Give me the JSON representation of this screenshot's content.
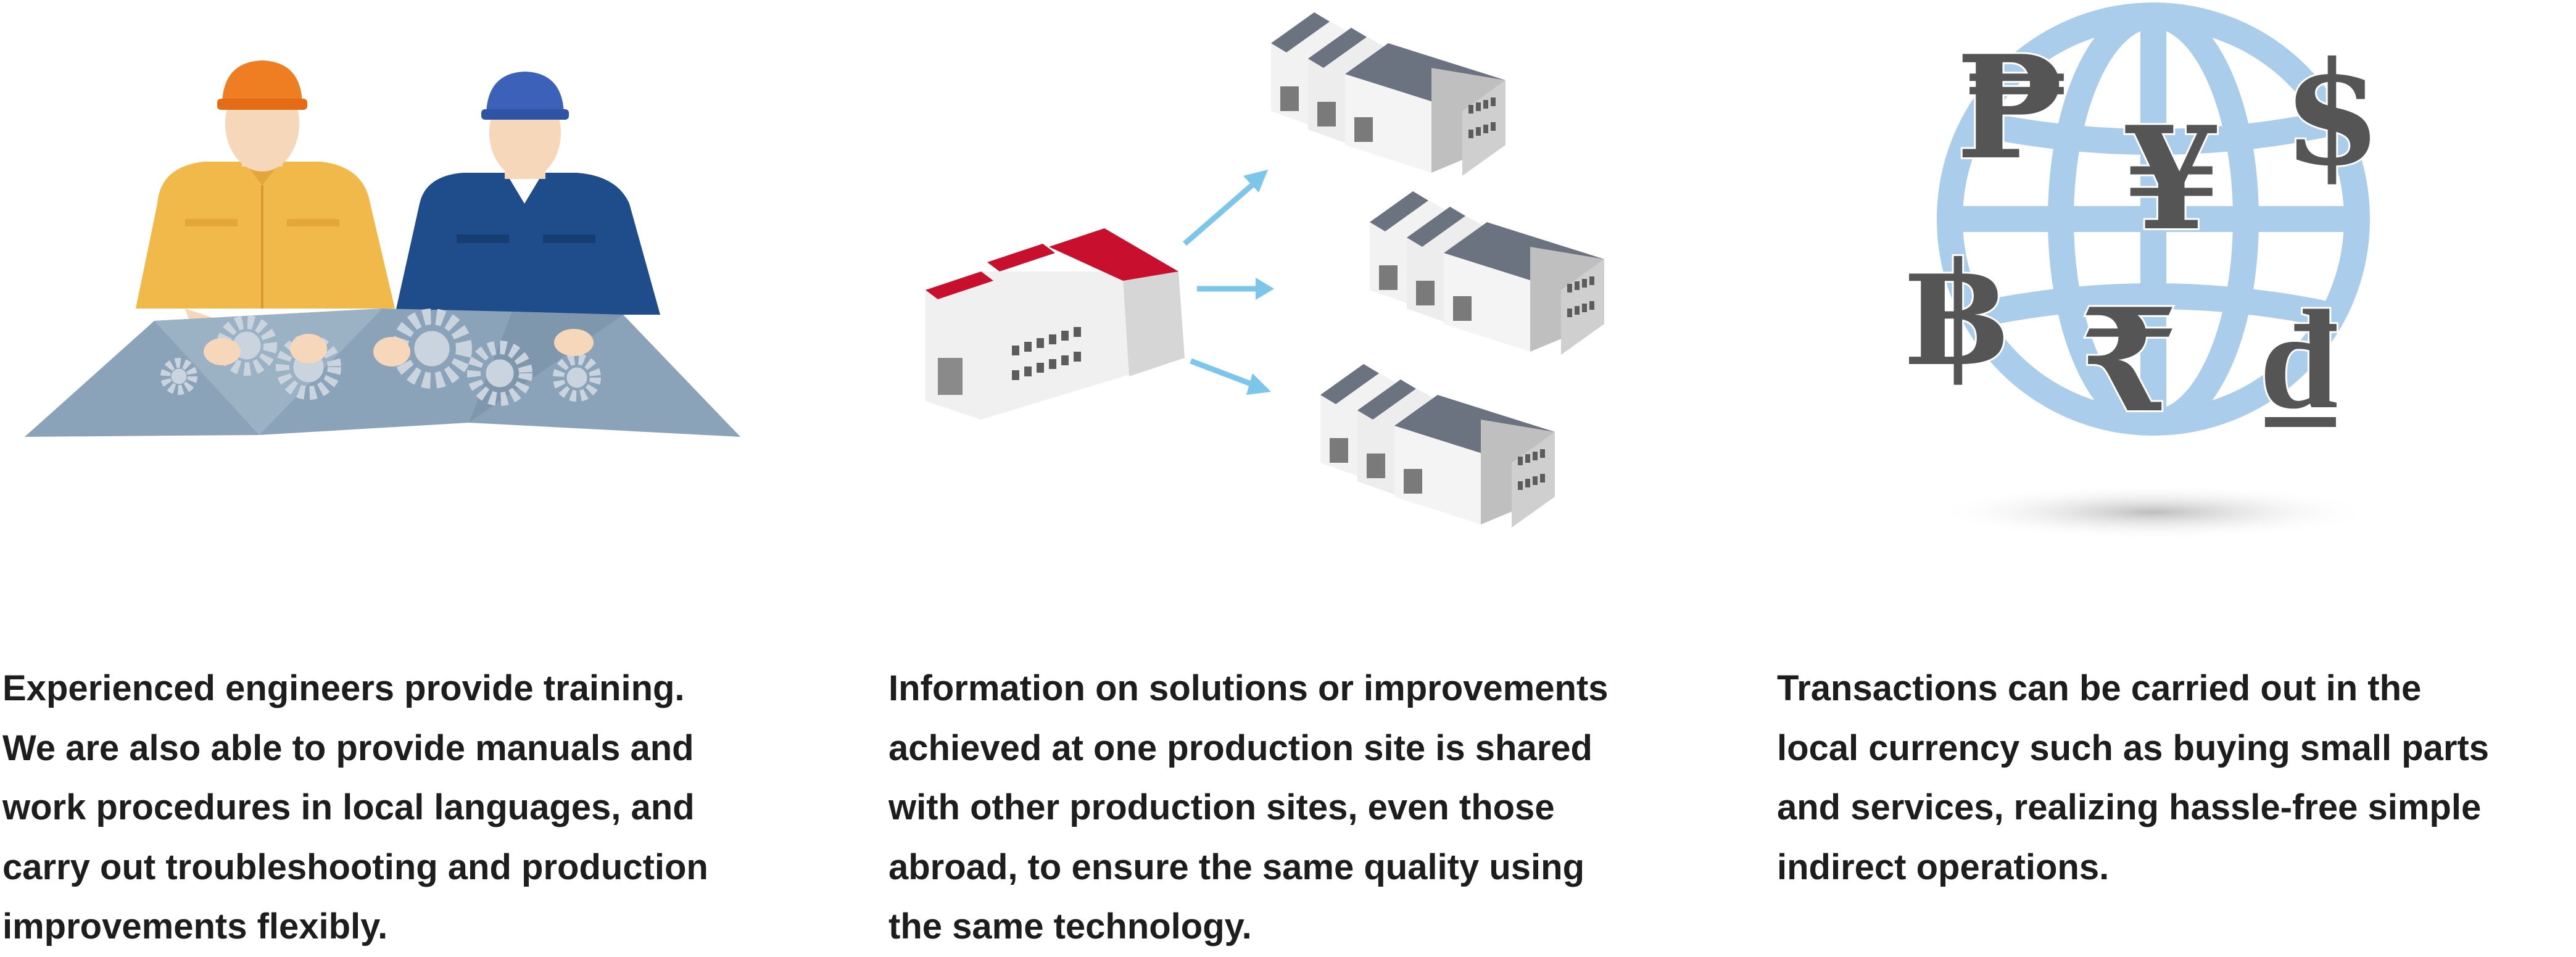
{
  "features": [
    {
      "id": "training",
      "illustration": "engineers-gears-icon",
      "caption_lines": [
        "Experienced engineers provide training.",
        "We are also able to provide manuals and",
        "work procedures in local languages, and",
        "carry out troubleshooting and production",
        "improvements flexibly."
      ]
    },
    {
      "id": "sharing",
      "illustration": "factory-network-icon",
      "caption_lines": [
        "Information on solutions or improvements",
        "achieved at one production site is shared",
        "with other production sites, even those",
        "abroad, to ensure the same quality using",
        "the same technology."
      ]
    },
    {
      "id": "currency",
      "illustration": "globe-currency-icon",
      "currency_symbols": [
        "₱",
        "¥",
        "$",
        "฿",
        "₹",
        "₫"
      ],
      "caption_lines": [
        "Transactions can be carried out in the",
        "local currency such as buying small parts",
        "and services, realizing hassle-free simple",
        "indirect operations."
      ]
    }
  ],
  "colors": {
    "text": "#1d1d1d",
    "map": "#8ba3b8",
    "arrow": "#7cc6ec",
    "globe": "#a9cdea",
    "factory_roof_red": "#c8102e",
    "warehouse_roof": "#6b7280"
  }
}
